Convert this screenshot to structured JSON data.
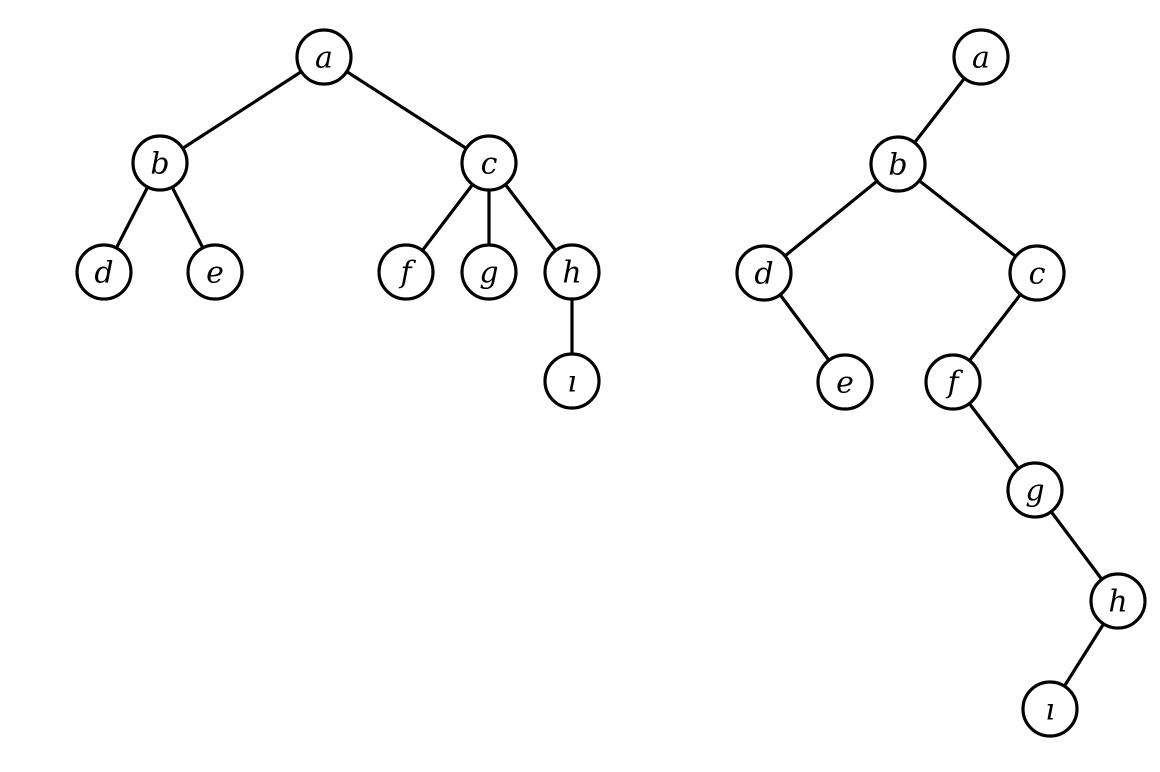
{
  "trees": [
    {
      "id": "general-tree",
      "nodes": [
        {
          "id": "a",
          "label": "a"
        },
        {
          "id": "b",
          "label": "b"
        },
        {
          "id": "c",
          "label": "c"
        },
        {
          "id": "d",
          "label": "d"
        },
        {
          "id": "e",
          "label": "e"
        },
        {
          "id": "f",
          "label": "f"
        },
        {
          "id": "g",
          "label": "g"
        },
        {
          "id": "h",
          "label": "h"
        },
        {
          "id": "i",
          "label": "ı"
        }
      ],
      "edges": [
        [
          "a",
          "b"
        ],
        [
          "a",
          "c"
        ],
        [
          "b",
          "d"
        ],
        [
          "b",
          "e"
        ],
        [
          "c",
          "f"
        ],
        [
          "c",
          "g"
        ],
        [
          "c",
          "h"
        ],
        [
          "h",
          "i"
        ]
      ]
    },
    {
      "id": "binary-tree",
      "nodes": [
        {
          "id": "a",
          "label": "a"
        },
        {
          "id": "b",
          "label": "b"
        },
        {
          "id": "d",
          "label": "d"
        },
        {
          "id": "c",
          "label": "c"
        },
        {
          "id": "e",
          "label": "e"
        },
        {
          "id": "f",
          "label": "f"
        },
        {
          "id": "g",
          "label": "g"
        },
        {
          "id": "h",
          "label": "h"
        },
        {
          "id": "i",
          "label": "ı"
        }
      ],
      "edges": [
        [
          "a",
          "b"
        ],
        [
          "b",
          "d"
        ],
        [
          "b",
          "c"
        ],
        [
          "d",
          "e"
        ],
        [
          "c",
          "f"
        ],
        [
          "f",
          "g"
        ],
        [
          "g",
          "h"
        ],
        [
          "h",
          "i"
        ]
      ]
    }
  ]
}
